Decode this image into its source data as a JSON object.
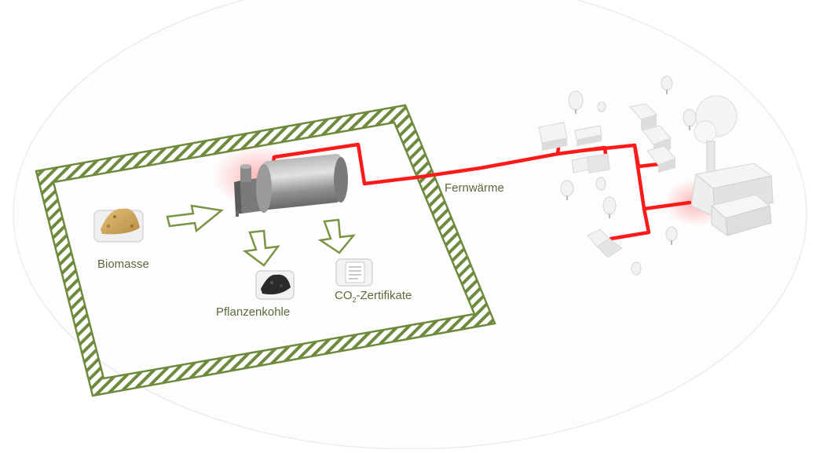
{
  "labels": {
    "biomass": "Biomasse",
    "biochar": "Pflanzenkohle",
    "certificates_prefix": "CO",
    "certificates_sub": "2",
    "certificates_suffix": "-Zertifikate",
    "district_heating": "Fernwärme"
  },
  "colors": {
    "frame": "#6e8a3c",
    "arrow": "#7a9444",
    "label": "#5a6a3a",
    "heat_line": "#ff1a1a",
    "building": "#ececec",
    "ground": "#fdfdfd"
  },
  "icons": {
    "biomass": "wood-chips-tray-icon",
    "reactor": "pyrolysis-reactor-icon",
    "biochar": "biochar-tray-icon",
    "certificates": "certificate-tray-icon",
    "settlement": "village-icon",
    "plant": "heating-plant-icon"
  }
}
